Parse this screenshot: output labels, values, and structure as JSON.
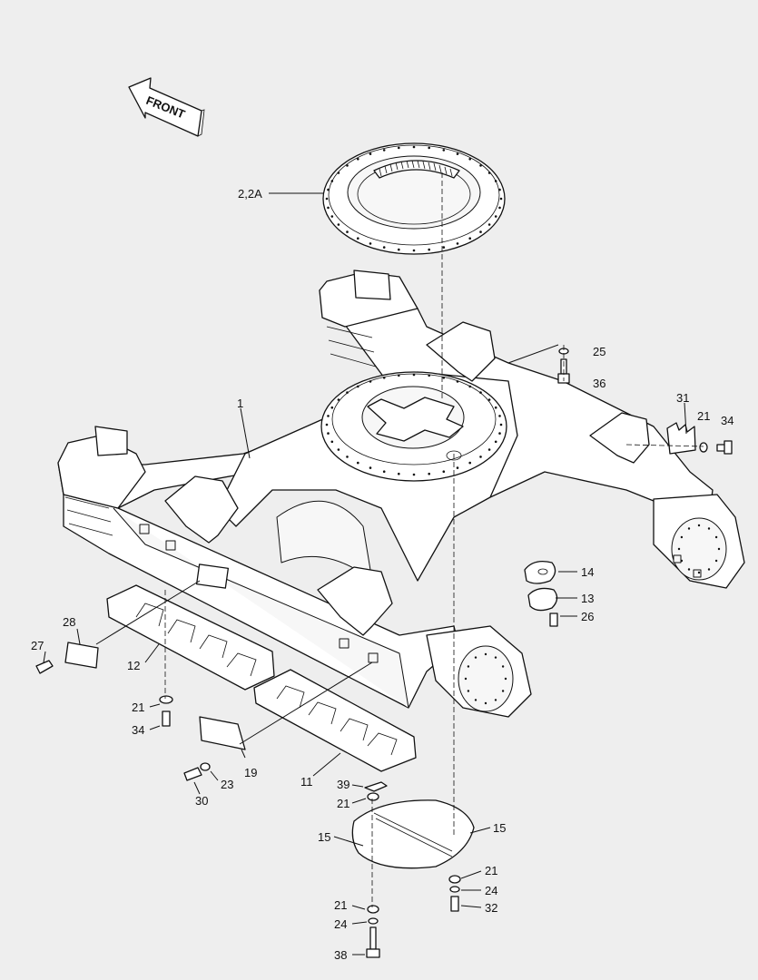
{
  "direction_arrow": {
    "text": "FRONT"
  },
  "callouts": [
    {
      "id": "c-2-2a",
      "text": "2,2A"
    },
    {
      "id": "c-1",
      "text": "1"
    },
    {
      "id": "c-25",
      "text": "25"
    },
    {
      "id": "c-36",
      "text": "36"
    },
    {
      "id": "c-31",
      "text": "31"
    },
    {
      "id": "c-21-a",
      "text": "21"
    },
    {
      "id": "c-34-a",
      "text": "34"
    },
    {
      "id": "c-14",
      "text": "14"
    },
    {
      "id": "c-13",
      "text": "13"
    },
    {
      "id": "c-26",
      "text": "26"
    },
    {
      "id": "c-28",
      "text": "28"
    },
    {
      "id": "c-27",
      "text": "27"
    },
    {
      "id": "c-12",
      "text": "12"
    },
    {
      "id": "c-21-b",
      "text": "21"
    },
    {
      "id": "c-34-b",
      "text": "34"
    },
    {
      "id": "c-19",
      "text": "19"
    },
    {
      "id": "c-23",
      "text": "23"
    },
    {
      "id": "c-30",
      "text": "30"
    },
    {
      "id": "c-11",
      "text": "11"
    },
    {
      "id": "c-39",
      "text": "39"
    },
    {
      "id": "c-21-c",
      "text": "21"
    },
    {
      "id": "c-15-a",
      "text": "15"
    },
    {
      "id": "c-15-b",
      "text": "15"
    },
    {
      "id": "c-21-d",
      "text": "21"
    },
    {
      "id": "c-24-a",
      "text": "24"
    },
    {
      "id": "c-32",
      "text": "32"
    },
    {
      "id": "c-21-e",
      "text": "21"
    },
    {
      "id": "c-24-b",
      "text": "24"
    },
    {
      "id": "c-38",
      "text": "38"
    }
  ]
}
